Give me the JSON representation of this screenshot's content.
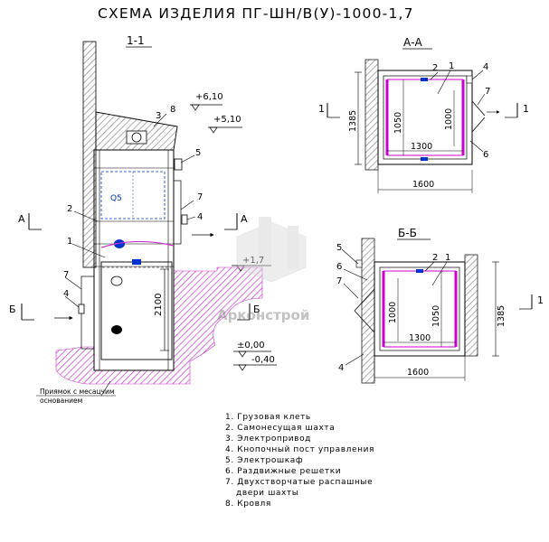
{
  "title": "СХЕМА ИЗДЕЛИЯ ПГ-ШН/В(У)-1000-1,7",
  "sections": {
    "s11": "1-1",
    "aa": "А-А",
    "bb": "Б-Б",
    "cut_a": "А",
    "cut_b": "Б"
  },
  "elevations": {
    "e610": "+6,10",
    "e510": "+5,10",
    "e17": "+1,7",
    "e000": "±0,00",
    "e040": "-0,40"
  },
  "dims": {
    "h2100": "2100",
    "aa_1385": "1385",
    "aa_1050": "1050",
    "aa_1000": "1000",
    "aa_1300": "1300",
    "aa_1600": "1600",
    "bb_1000": "1000",
    "bb_1050": "1050",
    "bb_1300": "1300",
    "bb_1600": "1600",
    "bb_1385": "1385"
  },
  "callouts": {
    "c1": "1",
    "c2": "2",
    "c3": "3",
    "c4": "4",
    "c5": "5",
    "c6": "6",
    "c7": "7",
    "c8": "8"
  },
  "pit_note": [
    "Приямок с месацчим",
    "основанием"
  ],
  "watermark": "Арконстрой",
  "legend": [
    "1. Грузовая клеть",
    "2. Самонесущая шахта",
    "3. Электропривод",
    "4. Кнопочный пост управления",
    "5. Электрошкаф",
    "6. Раздвижные решетки",
    "7. Двухстворчатые распашные",
    "двери шахты",
    "8. Кровля"
  ],
  "colors": {
    "line": "#000000",
    "accent": "#cc00cc",
    "hatch": "#cc33cc",
    "blue": "#0033cc",
    "wall": "#888888"
  }
}
